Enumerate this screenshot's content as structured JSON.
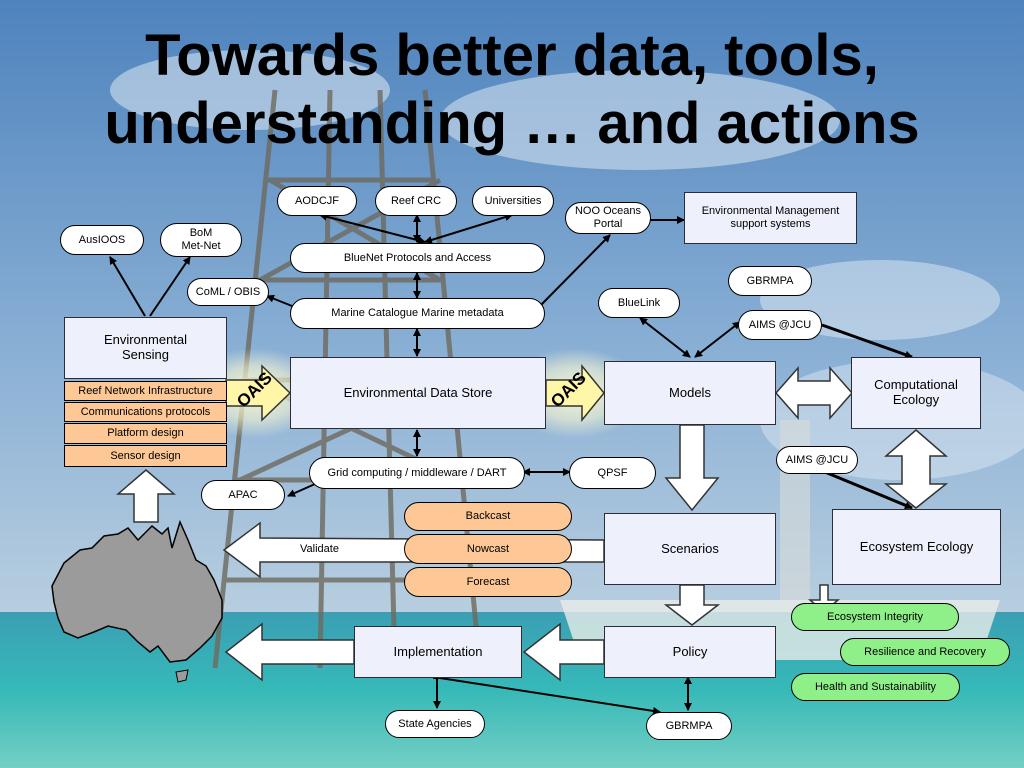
{
  "title": {
    "line1": "Towards better data, tools,",
    "line2": "understanding … and actions"
  },
  "oais_label": "OAIS",
  "pills": {
    "aodcjf": "AODCJF",
    "reef_crc": "Reef CRC",
    "universities": "Universities",
    "noo_line1": "NOO Oceans",
    "noo_line2": "Portal",
    "ausioos": "AusIOOS",
    "bom_line1": "BoM",
    "bom_line2": "Met-Net",
    "coml_obis": "CoML / OBIS",
    "bluenet": "BlueNet Protocols and Access",
    "marine_catalogue": "Marine Catalogue Marine metadata",
    "gbrmpa_top": "GBRMPA",
    "bluelink": "BlueLink",
    "aims_jcu_top": "AIMS @JCU",
    "aims_jcu_mid": "AIMS @JCU",
    "grid_computing": "Grid computing   / middleware / DART",
    "qpsf": "QPSF",
    "apac": "APAC",
    "state_agencies": "State Agencies",
    "gbrmpa_bottom": "GBRMPA"
  },
  "boxes": {
    "env_mgmt_line1": "Environmental Management",
    "env_mgmt_line2": "support systems",
    "env_sensing_line1": "Environmental",
    "env_sensing_line2": "Sensing",
    "env_data_store": "Environmental Data Store",
    "models": "Models",
    "comp_ecology_line1": "Computational",
    "comp_ecology_line2": "Ecology",
    "scenarios": "Scenarios",
    "ecosystem_ecology": "Ecosystem Ecology",
    "implementation": "Implementation",
    "policy": "Policy"
  },
  "sensing_items": [
    "Reef Network Infrastructure",
    "Communications protocols",
    "Platform design",
    "Sensor design"
  ],
  "casts": [
    "Backcast",
    "Nowcast",
    "Forecast"
  ],
  "validate_label": "Validate",
  "outcomes": [
    "Ecosystem Integrity",
    "Resilience and Recovery",
    "Health and Sustainability"
  ],
  "colors": {
    "box_fill": "#eef0fb",
    "orange_fill": "#fdc896",
    "green_fill": "#8ff08a",
    "sky": "#5d8fc0",
    "sea": "#2fb0b4"
  }
}
